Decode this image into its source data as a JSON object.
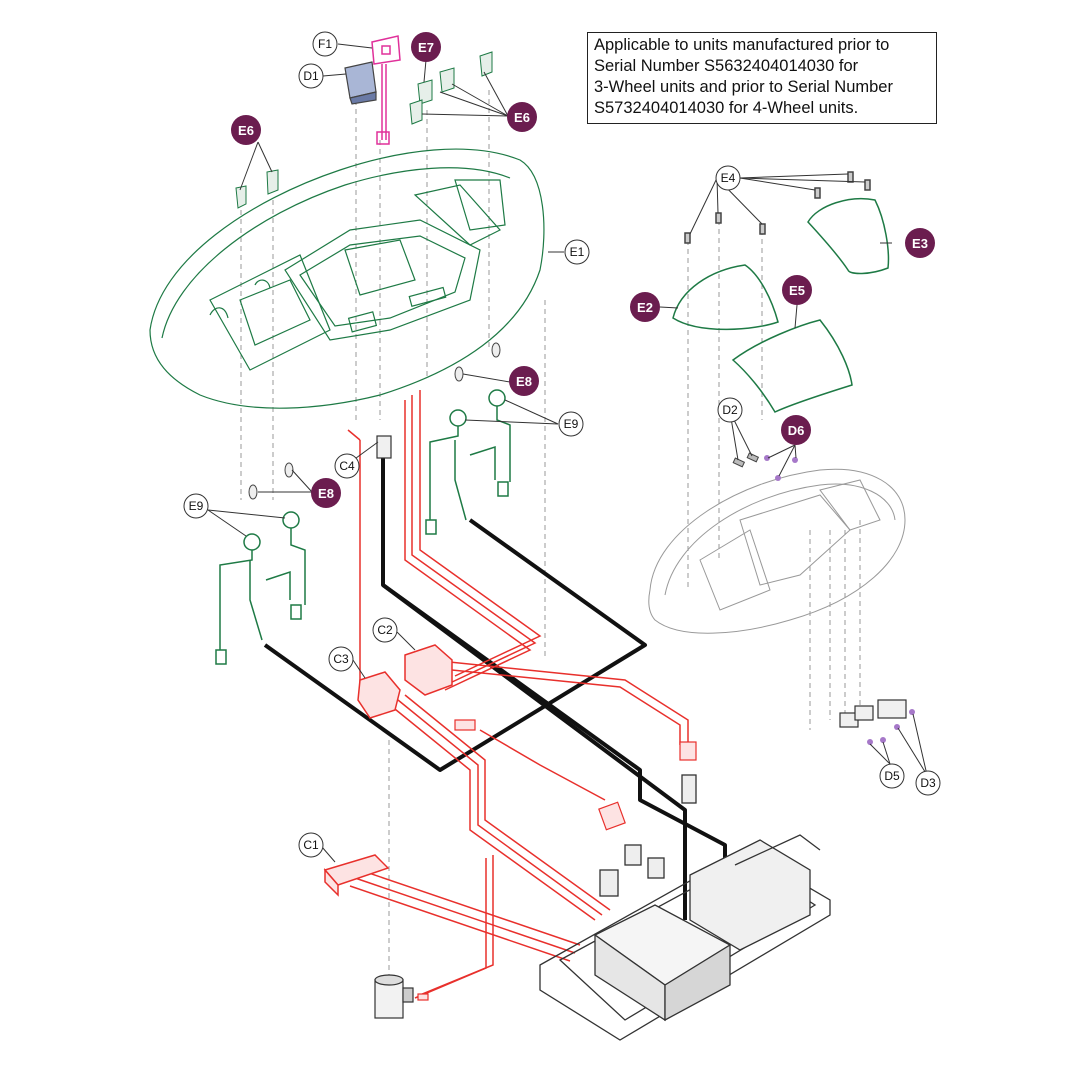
{
  "note": {
    "lines": [
      "Applicable to units manufactured prior to",
      "Serial Number S5632404014030 for",
      "3-Wheel units and prior to Serial Number",
      "S5732404014030 for 4-Wheel units."
    ]
  },
  "callouts": {
    "F1": "F1",
    "D1": "D1",
    "E7": "E7",
    "E6_top": "E6",
    "E6_left": "E6",
    "E1": "E1",
    "E4": "E4",
    "E3": "E3",
    "E2": "E2",
    "E5": "E5",
    "E8_top": "E8",
    "E8_left": "E8",
    "E9_right": "E9",
    "E9_left": "E9",
    "C4": "C4",
    "D2": "D2",
    "D6": "D6",
    "C2": "C2",
    "C3": "C3",
    "C1": "C1",
    "D5": "D5",
    "D3": "D3"
  },
  "colors": {
    "green": "#1e7a45",
    "red": "#e8302c",
    "pink": "#e0309a",
    "purple": "#6b1d4f",
    "gray": "#999999",
    "black": "#111111"
  }
}
